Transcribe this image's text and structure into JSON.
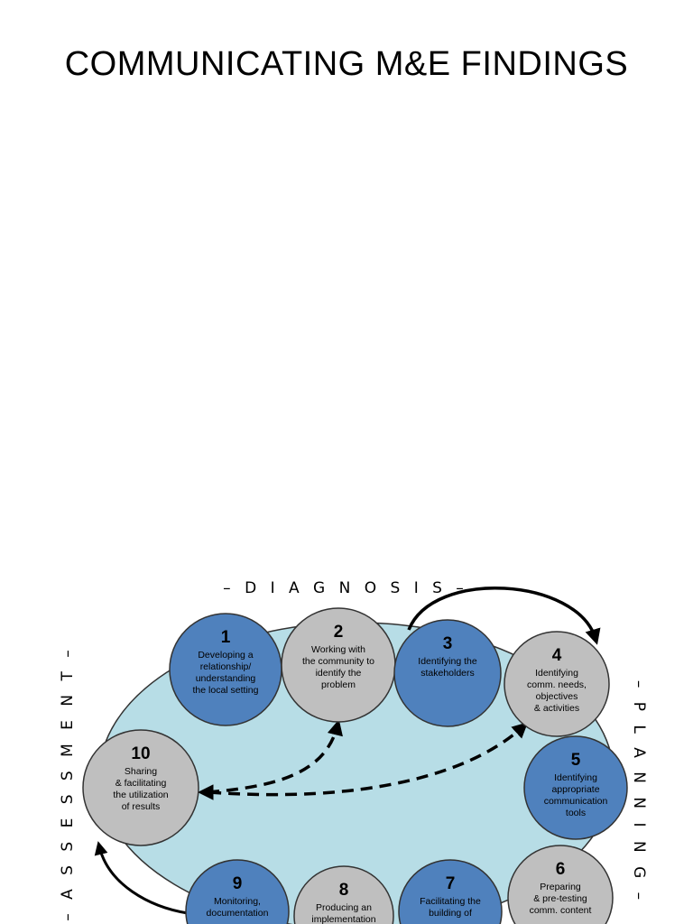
{
  "title": "COMMUNICATING  M&E FINDINGS",
  "diagram": {
    "phases": {
      "diagnosis": "– D I A G N O S I S –",
      "planning": "– P L A N N I N G –",
      "assessment": "– A S S E S S M E N T –"
    },
    "colors": {
      "blue_step": "#4f81bd",
      "gray_step": "#bfbfbf",
      "ellipse_fill": "#b7dde6",
      "outline": "#333333"
    },
    "steps": [
      {
        "num": "1",
        "lines": [
          "Developing a",
          "relationship/",
          "understanding",
          "the local setting"
        ],
        "color": "blue"
      },
      {
        "num": "2",
        "lines": [
          "Working with",
          "the community to",
          "identify the",
          "problem"
        ],
        "color": "gray"
      },
      {
        "num": "3",
        "lines": [
          "Identifying the",
          "stakeholders"
        ],
        "color": "blue"
      },
      {
        "num": "4",
        "lines": [
          "Identifying",
          "comm. needs,",
          "objectives",
          "& activities"
        ],
        "color": "gray"
      },
      {
        "num": "5",
        "lines": [
          "Identifying",
          "appropriate",
          "communication",
          "tools"
        ],
        "color": "blue"
      },
      {
        "num": "6",
        "lines": [
          "Preparing",
          "& pre-testing",
          "comm. content"
        ],
        "color": "gray"
      },
      {
        "num": "7",
        "lines": [
          "Facilitating the",
          "building of"
        ],
        "color": "blue"
      },
      {
        "num": "8",
        "lines": [
          "Producing an",
          "implementation"
        ],
        "color": "gray"
      },
      {
        "num": "9",
        "lines": [
          "Monitoring,",
          "documentation"
        ],
        "color": "blue"
      },
      {
        "num": "10",
        "lines": [
          "Sharing",
          "& facilitating",
          "the utilization",
          "of results"
        ],
        "color": "gray"
      }
    ]
  }
}
